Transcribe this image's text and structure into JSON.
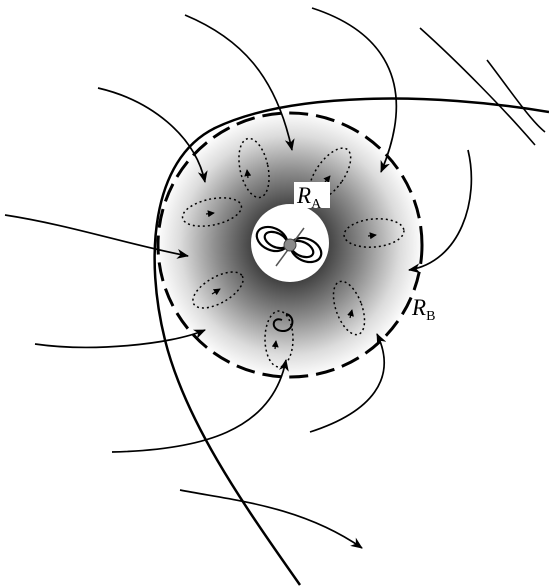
{
  "diagram": {
    "labels": {
      "ra_main": "R",
      "ra_sub": "A",
      "rb_main": "R",
      "rb_sub": "B"
    },
    "colors": {
      "ink": "#000000",
      "gradient_inner": "#1e1e1e",
      "gradient_outer": "#ffffff",
      "center_dot": "#8a8a8a",
      "background": "#ffffff"
    }
  }
}
